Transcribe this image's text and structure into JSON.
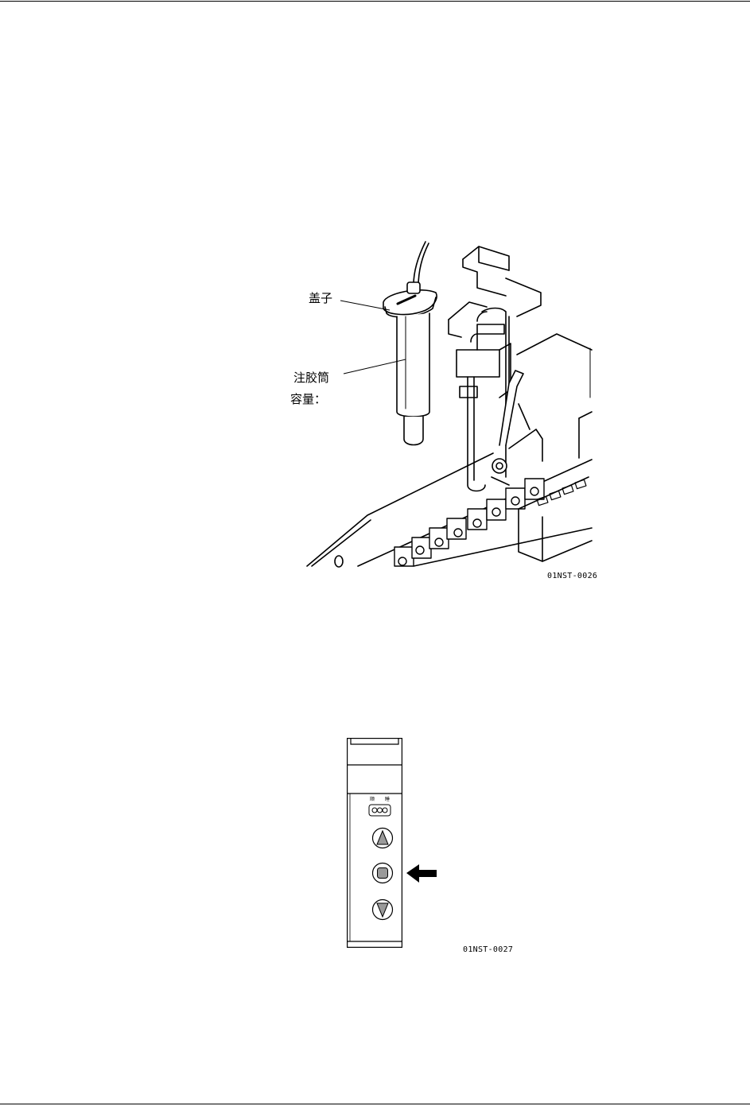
{
  "figure1": {
    "labels": {
      "cap": "盖子",
      "syringe": "注胶筒",
      "capacity": "容量："
    },
    "figure_id": "01NST-0026"
  },
  "figure2": {
    "panel": {
      "indicator_left": "顺",
      "indicator_right": "睡"
    },
    "figure_id": "01NST-0027"
  }
}
